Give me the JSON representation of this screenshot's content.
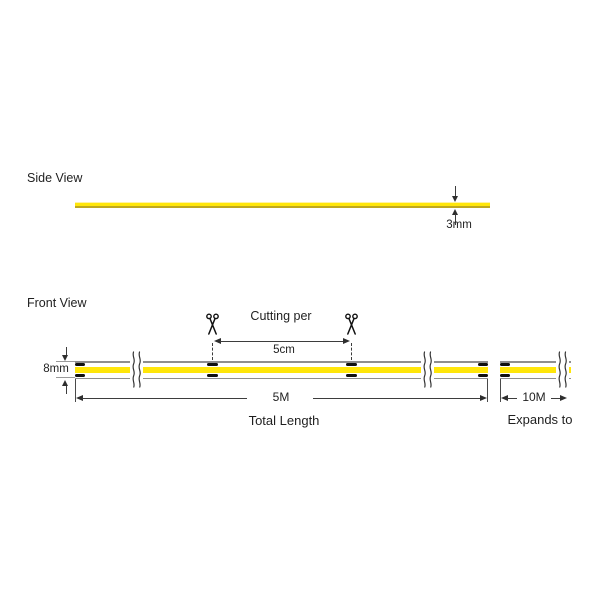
{
  "side_view": {
    "title": "Side View",
    "thickness": "3mm"
  },
  "front_view": {
    "title": "Front View",
    "cutting_caption": "Cutting per",
    "cutting_interval": "5cm",
    "strip_width": "8mm",
    "total_length": {
      "value": "5M",
      "caption": "Total Length"
    },
    "expansion": {
      "value": "10M",
      "caption": "Expands to"
    }
  },
  "colors": {
    "strip_yellow": "#ffe60a",
    "strip_highlight": "#fff3a6",
    "strip_shadow": "#bfa81e",
    "strip_outline": "#8e8e8e",
    "cut_mark": "#101010",
    "dimension_line": "#3d3d3d",
    "ink": "#1f1f1f",
    "background": "#ffffff"
  },
  "icons": {
    "scissors": "scissors-icon (open scissors pointing down, svg)",
    "break_mark": "break-mark-icon (double squiggle strip interruption, svg)",
    "dimension_arrows": "arrowhead triangles (css shapes)"
  }
}
